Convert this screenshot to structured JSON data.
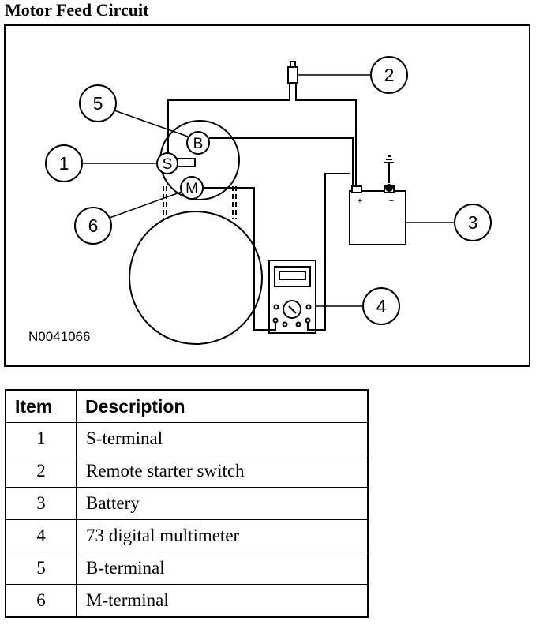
{
  "title": "Motor Feed Circuit",
  "figure": {
    "code": "N0041066",
    "callouts": [
      "1",
      "2",
      "3",
      "4",
      "5",
      "6"
    ],
    "terminals": {
      "b": "B",
      "s": "S",
      "m": "M"
    },
    "battery": {
      "plus": "+",
      "minus": "−"
    }
  },
  "legend": {
    "headers": {
      "item": "Item",
      "description": "Description"
    },
    "rows": [
      {
        "item": "1",
        "description": "S-terminal"
      },
      {
        "item": "2",
        "description": "Remote starter switch"
      },
      {
        "item": "3",
        "description": "Battery"
      },
      {
        "item": "4",
        "description": "73 digital multimeter"
      },
      {
        "item": "5",
        "description": "B-terminal"
      },
      {
        "item": "6",
        "description": "M-terminal"
      }
    ]
  }
}
